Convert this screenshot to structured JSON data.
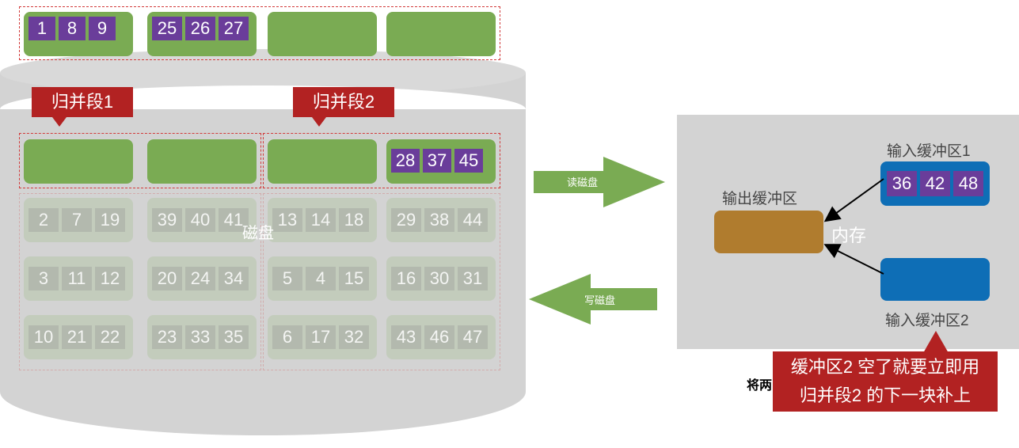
{
  "top_row": {
    "block1": [
      "1",
      "8",
      "9"
    ],
    "block2": [
      "25",
      "26",
      "27"
    ]
  },
  "labels": {
    "segment1": "归并段1",
    "segment2": "归并段2"
  },
  "row_b": {
    "block4": [
      "28",
      "37",
      "45"
    ]
  },
  "faded_rows": [
    [
      [
        "2",
        "7",
        "19"
      ],
      [
        "39",
        "40",
        "41"
      ],
      [
        "13",
        "14",
        "18"
      ],
      [
        "29",
        "38",
        "44"
      ]
    ],
    [
      [
        "3",
        "11",
        "12"
      ],
      [
        "20",
        "24",
        "34"
      ],
      [
        "5",
        "4",
        "15"
      ],
      [
        "16",
        "30",
        "31"
      ]
    ],
    [
      [
        "10",
        "21",
        "22"
      ],
      [
        "23",
        "33",
        "35"
      ],
      [
        "6",
        "17",
        "32"
      ],
      [
        "43",
        "46",
        "47"
      ]
    ]
  ],
  "disk_label": "磁盘",
  "arrows": {
    "read": "读磁盘",
    "write": "写磁盘"
  },
  "memory": {
    "label": "内存",
    "output_buffer": "输出缓冲区",
    "input_buffer1": "输入缓冲区1",
    "input_buffer2": "输入缓冲区2",
    "input1_values": [
      "36",
      "42",
      "48"
    ]
  },
  "callout": {
    "line1": "缓冲区2 空了就要立即用",
    "line2": "归并段2 的下一块补上"
  },
  "hidden_text": "将两"
}
